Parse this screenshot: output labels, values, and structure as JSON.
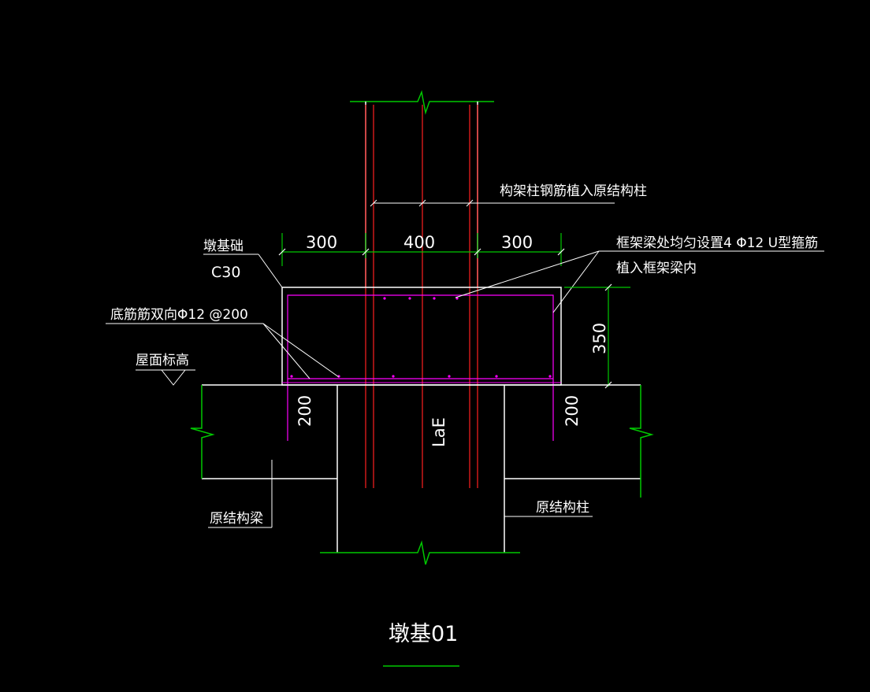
{
  "drawing": {
    "title": "墩基01",
    "colors": {
      "background": "#000000",
      "outline": "#ffffff",
      "break_line": "#00c800",
      "rebar": "#ff2020",
      "stirrup": "#ff00ff",
      "dimension": "#00c800",
      "text": "#ffffff"
    }
  },
  "labels": {
    "column_rebar_note": "构架柱钢筋植入原结构柱",
    "pier_name": "墩基础",
    "concrete_grade": "C30",
    "u_stirrup_note_line1": "框架梁处均匀设置4 Φ12 U型箍筋",
    "u_stirrup_note_line2": "植入框架梁内",
    "bottom_rebar_note": "底筋筋双向Φ12 @200",
    "roof_elevation": "屋面标高",
    "original_beam": "原结构梁",
    "original_column": "原结构柱",
    "anchorage": "LaE"
  },
  "dimensions": {
    "left_width": "300",
    "middle_width": "400",
    "right_width": "300",
    "height": "350",
    "left_embed": "200",
    "right_embed": "200"
  }
}
